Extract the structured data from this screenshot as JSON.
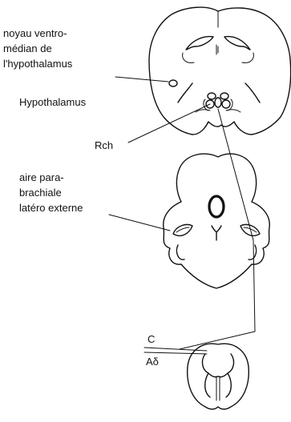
{
  "labels": {
    "vmh_line1": "noyau ventro-",
    "vmh_line2": "médian de",
    "vmh_line3": "l'hypothalamus",
    "hypothalamus": "Hypothalamus",
    "rch": "Rch",
    "pb_line1": "aire para-",
    "pb_line2": "brachiale",
    "pb_line3": "latéro externe",
    "c": "C",
    "ad": "Aδ"
  }
}
